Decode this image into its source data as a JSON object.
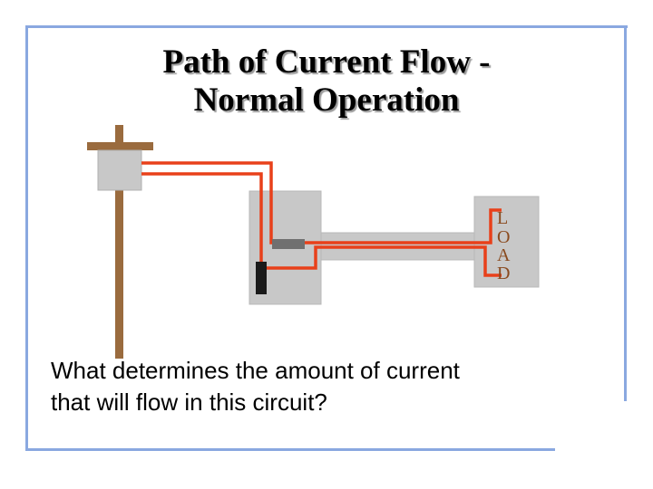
{
  "title": {
    "line1": "Path of Current Flow -",
    "line2": "Normal Operation"
  },
  "load_letters": [
    "L",
    "O",
    "A",
    "D"
  ],
  "question": {
    "line1": "What determines the amount of current",
    "line2": "that will flow in this circuit?"
  },
  "colors": {
    "frame": "#8aa8e0",
    "wire": "#e8401a",
    "pole": "#9a6b3e",
    "box_fill": "#c8c8c8",
    "load_text": "#8a4a1e"
  },
  "icons": [
    "utility-pole-icon",
    "transformer-icon",
    "panel-box-icon",
    "load-box-icon"
  ]
}
